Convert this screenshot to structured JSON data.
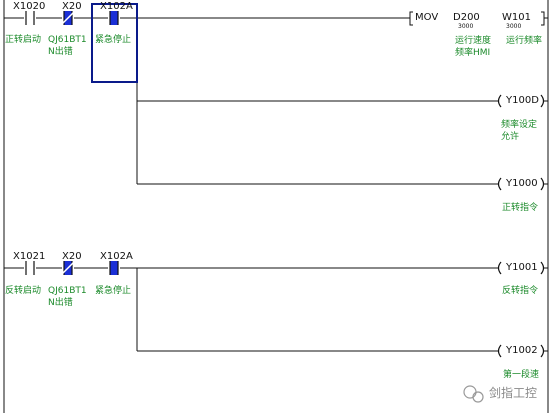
{
  "rung1": {
    "contacts": [
      {
        "device": "X1020",
        "comment": "正转启动"
      },
      {
        "device": "X20",
        "comment": "QJ61BT1\nN出错"
      },
      {
        "device": "X102A",
        "comment": "紧急停止"
      }
    ],
    "instruction": {
      "name": "MOV",
      "source": {
        "device": "D200",
        "value": "3000",
        "comment": "运行速度\n频率HMI"
      },
      "dest": {
        "device": "W101",
        "value": "3000",
        "comment": "运行频率"
      }
    },
    "coils": [
      {
        "device": "Y100D",
        "comment": "频率设定\n允许"
      },
      {
        "device": "Y1000",
        "comment": "正转指令"
      }
    ]
  },
  "rung2": {
    "contacts": [
      {
        "device": "X1021",
        "comment": "反转启动"
      },
      {
        "device": "X20",
        "comment": "QJ61BT1\nN出错"
      },
      {
        "device": "X102A",
        "comment": "紧急停止"
      }
    ],
    "coils": [
      {
        "device": "Y1001",
        "comment": "反转指令"
      },
      {
        "device": "Y1002",
        "comment": "第一段速"
      }
    ]
  },
  "watermark": "剑指工控",
  "colors": {
    "comment": "#1b8a2a",
    "wire": "#111111",
    "selection": "#0a1a8a",
    "contact_on": "#1a2fd6"
  }
}
